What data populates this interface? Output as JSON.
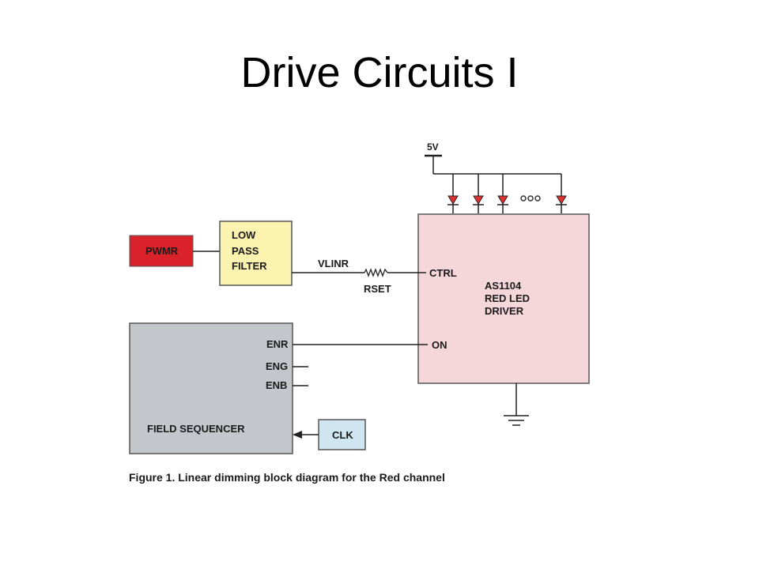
{
  "slide": {
    "title": "Drive Circuits I"
  },
  "diagram": {
    "supply_label": "5V",
    "pwm_block": "PWMR",
    "filter_lines": [
      "LOW",
      "PASS",
      "FILTER"
    ],
    "signal_label": "VLINR",
    "resistor_label": "RSET",
    "driver_pin_ctrl": "CTRL",
    "driver_pin_on": "ON",
    "driver_lines": [
      "AS1104",
      "RED LED",
      "DRIVER"
    ],
    "sequencer_pins": [
      "ENR",
      "ENG",
      "ENB"
    ],
    "sequencer_label": "FIELD SEQUENCER",
    "clock_label": "CLK",
    "caption": "Figure 1. Linear dimming block diagram for the Red channel"
  },
  "colors": {
    "pwm_fill": "#d9222a",
    "filter_fill": "#fdf3b0",
    "driver_fill": "#f5d6da",
    "sequencer_fill": "#c3c7cc",
    "clock_fill": "#cfe6f0",
    "led_fill": "#e03030"
  }
}
